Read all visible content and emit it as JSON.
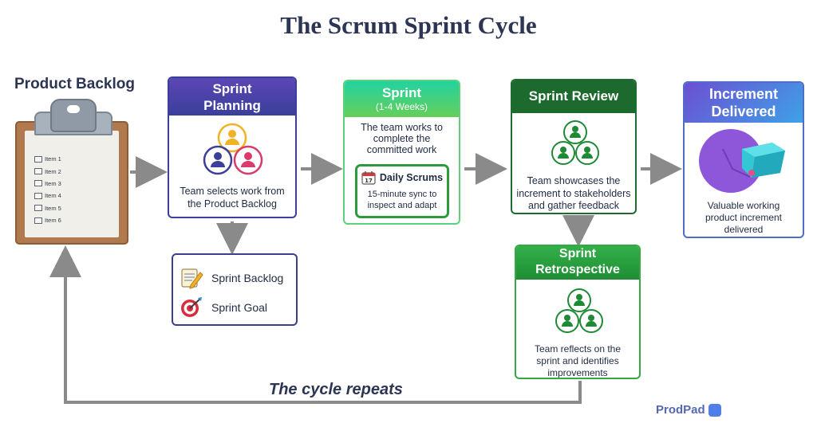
{
  "title": "The Scrum Sprint Cycle",
  "product_backlog": {
    "label": "Product Backlog",
    "items": [
      "Item 1",
      "Item 2",
      "Item 3",
      "Item 4",
      "Item 5",
      "Item 6"
    ]
  },
  "sprint_planning": {
    "heading": [
      "Sprint",
      "Planning"
    ],
    "text": [
      "Team selects work from",
      "the Product Backlog"
    ]
  },
  "sprint": {
    "heading": "Sprint",
    "duration": "(1-4 Weeks)",
    "text": [
      "The team works to",
      "complete the",
      "committed work"
    ],
    "daily": {
      "title": "Daily Scrums",
      "text": [
        "15-minute sync to",
        "inspect and adapt"
      ]
    }
  },
  "sprint_review": {
    "heading": "Sprint Review",
    "text": [
      "Team showcases the",
      "increment to stakeholders",
      "and gather feedback"
    ]
  },
  "increment": {
    "heading": [
      "Increment",
      "Delivered"
    ],
    "text": [
      "Valuable working",
      "product increment",
      "delivered"
    ]
  },
  "sprint_backlog_box": {
    "backlog": "Sprint Backlog",
    "goal": "Sprint Goal"
  },
  "retrospective": {
    "heading": [
      "Sprint",
      "Retrospective"
    ],
    "text": [
      "Team reflects on the",
      "sprint and identifies",
      "improvements"
    ]
  },
  "cycle_label": "The cycle repeats",
  "brand": "ProdPad",
  "icons": {
    "team": "team-icon",
    "calendar": "calendar-icon",
    "memo": "memo-icon",
    "target": "target-icon",
    "cube": "cube-icon"
  },
  "colors": {
    "planning": "#3a3f9a",
    "sprint": "#5bd27b",
    "review": "#1c6a2d",
    "retrospective": "#33b04a",
    "increment": "#4f6fc6",
    "arrow": "#8a8a8a"
  }
}
